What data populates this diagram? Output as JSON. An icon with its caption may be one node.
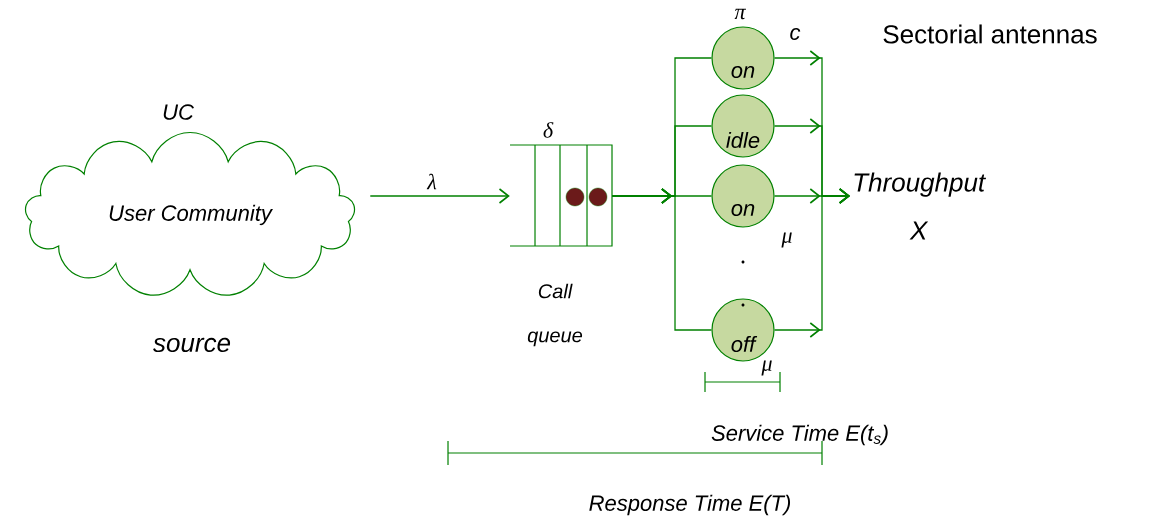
{
  "diagram": {
    "nodes": [
      {
        "text": [
          "User Community"
        ],
        "beside": [
          "UC",
          "source"
        ]
      },
      {
        "text": [],
        "shape": "box",
        "beside": [
          "δ",
          "Call queue"
        ]
      },
      {
        "text": [
          "on"
        ]
      },
      {
        "text": [
          "idle"
        ]
      },
      {
        "text": [
          "on"
        ]
      },
      {
        "text": [
          "off"
        ]
      },
      {
        "text": [
          "Throughput",
          "X"
        ]
      }
    ],
    "edges": [
      {
        "from": 0,
        "to": 1,
        "arrow": "to",
        "label": "λ"
      },
      {
        "from": 1,
        "to": 2,
        "arrow": "to"
      },
      {
        "from": 1,
        "to": 3,
        "arrow": "to"
      },
      {
        "from": 1,
        "to": 4,
        "arrow": "to"
      },
      {
        "from": 1,
        "to": 5,
        "arrow": "to"
      },
      {
        "from": 2,
        "to": 6,
        "arrow": "to"
      },
      {
        "from": 3,
        "to": 6,
        "arrow": "to"
      },
      {
        "from": 4,
        "to": 6,
        "arrow": "to"
      },
      {
        "from": 5,
        "to": 6,
        "arrow": "to"
      }
    ],
    "labels": [
      "π",
      "c",
      "Sectorial antennas",
      "μ",
      "μ",
      "Service Time E(t$_{s}$)",
      "Response Time E(T)"
    ]
  }
}
